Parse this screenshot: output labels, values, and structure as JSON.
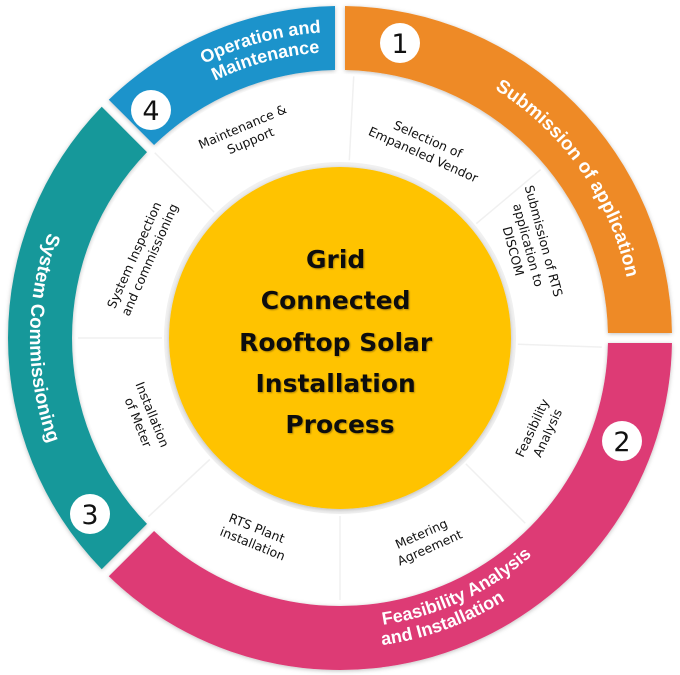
{
  "title": "Grid Connected Rooftop Solar Installation Process",
  "center": {
    "lines": [
      "Grid",
      "Connected",
      "Rooftop Solar",
      "Installation",
      "Process"
    ],
    "color": "#FFC300"
  },
  "stages": [
    {
      "number": "1",
      "label_lines": [
        "Submission of application"
      ],
      "color": "#EE8A27",
      "substeps": [
        {
          "lines": [
            "Selection of",
            "Empaneled Vendor"
          ]
        },
        {
          "lines": [
            "Submission of RTS",
            "application to",
            "DISCOM"
          ]
        }
      ]
    },
    {
      "number": "2",
      "label_lines": [
        "Feasibility Analysis",
        "and Installation"
      ],
      "color": "#DD3A74",
      "substeps": [
        {
          "lines": [
            "Feasibility",
            "Analysis"
          ]
        },
        {
          "lines": [
            "Metering",
            "Agreement"
          ]
        },
        {
          "lines": [
            "RTS Plant",
            "installation"
          ]
        }
      ]
    },
    {
      "number": "3",
      "label_lines": [
        "System Commissioning"
      ],
      "color": "#17989A",
      "substeps": [
        {
          "lines": [
            "Installation",
            "of Meter"
          ]
        },
        {
          "lines": [
            "System Inspection",
            "and commissioning"
          ]
        }
      ]
    },
    {
      "number": "4",
      "label_lines": [
        "Operation and",
        "Maintenance"
      ],
      "color": "#1E93CB",
      "substeps": [
        {
          "lines": [
            "Maintenance &",
            "Support"
          ]
        }
      ]
    }
  ]
}
